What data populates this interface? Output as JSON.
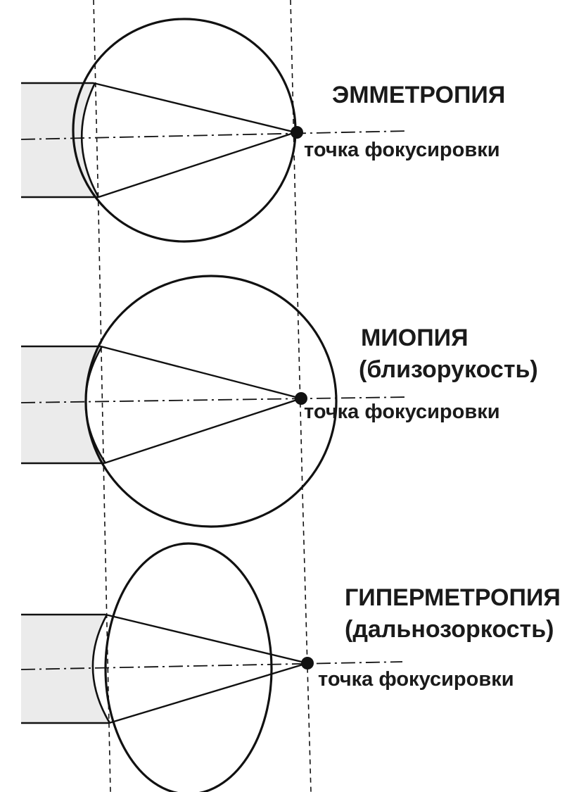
{
  "diagrams": [
    {
      "title": "ЭММЕТРОПИЯ",
      "subtitle": "",
      "focus_label": "точка фокусировки"
    },
    {
      "title": "МИОПИЯ",
      "subtitle": "(близорукость)",
      "focus_label": "точка фокусировки"
    },
    {
      "title": "ГИПЕРМЕТРОПИЯ",
      "subtitle": "(дальнозоркость)",
      "focus_label": "точка фокусировки"
    }
  ]
}
